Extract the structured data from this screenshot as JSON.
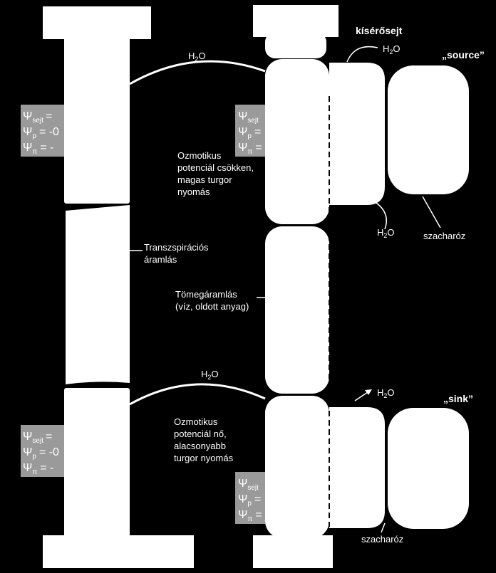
{
  "labels": {
    "companion_cell": "kísérősejt",
    "source": "„source”",
    "sink": "„sink”",
    "h2o_base": "H",
    "h2o_sub": "2",
    "h2o_tail": "O",
    "sucrose": "szacharóz",
    "transpiration_line1": "Transzspirációs",
    "transpiration_line2": "áramlás",
    "massflow_line1": "Tömegáramlás",
    "massflow_line2": "(víz, oldott anyag)",
    "source_note": [
      "Ozmotikus",
      "potenciál csökken,",
      "magas turgor",
      "nyomás"
    ],
    "sink_note": [
      "Ozmotikus",
      "potenciál nő,",
      "alacsonyabb",
      "turgor nyomás"
    ]
  },
  "potential_box": {
    "psi": "Ψ",
    "sub_cell": "sejt",
    "sub_p": "p",
    "sub_pi": "π",
    "eq": "=",
    "eq_neg0": "= -0",
    "eq_neg": "= -"
  },
  "colors": {
    "background": "#000000",
    "cell": "#ffffff",
    "box": "#9a9a9a",
    "text": "#ffffff"
  }
}
